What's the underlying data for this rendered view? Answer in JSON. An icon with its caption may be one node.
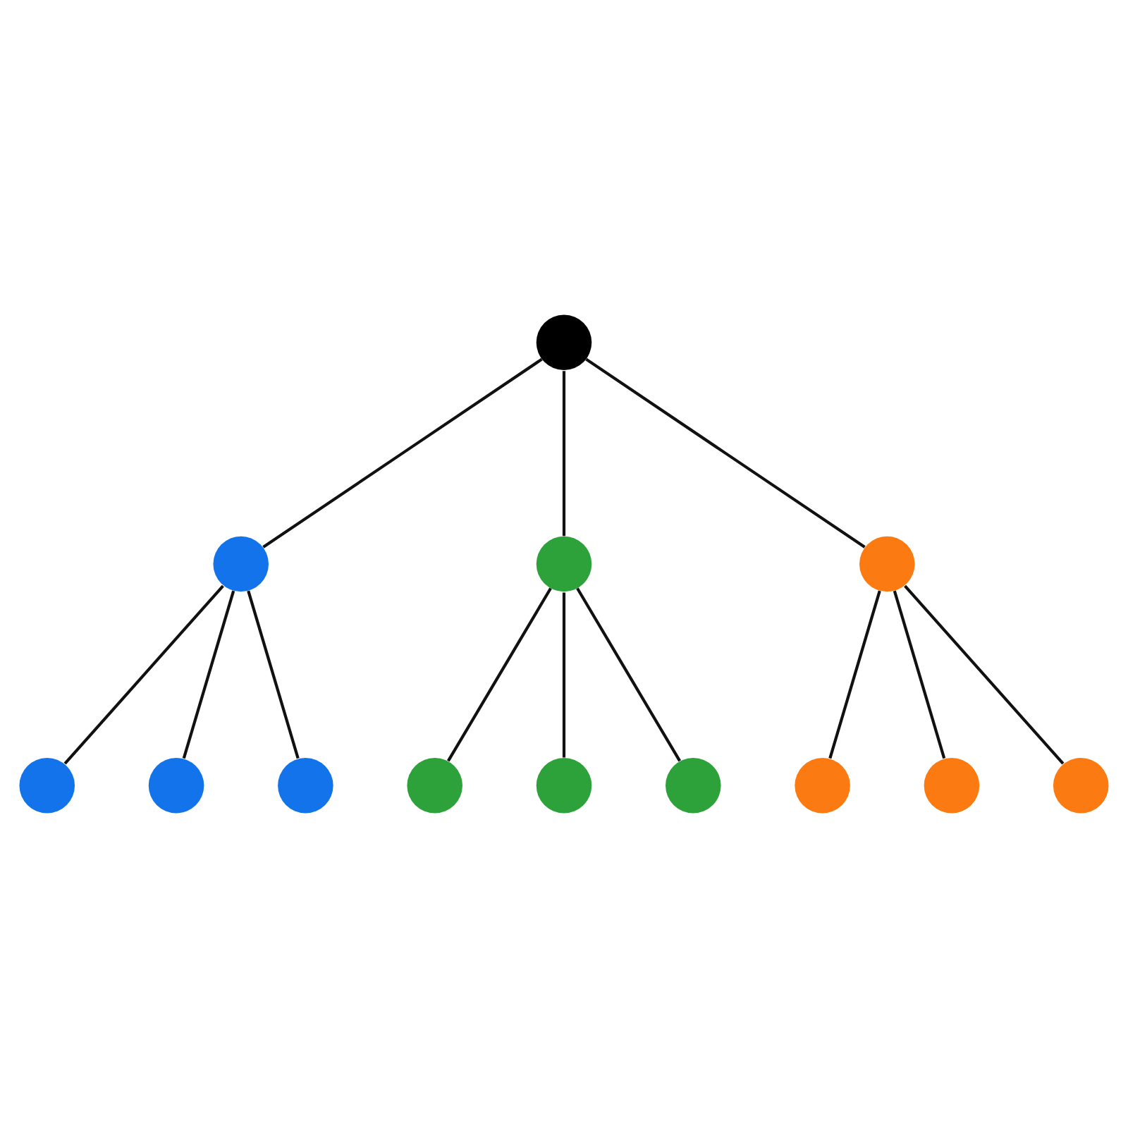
{
  "diagram": {
    "nodes": [
      {
        "text": [],
        "shape": "circle"
      },
      {
        "text": [],
        "shape": "circle"
      },
      {
        "text": [],
        "shape": "circle"
      },
      {
        "text": [],
        "shape": "circle"
      },
      {
        "text": [],
        "shape": "circle"
      },
      {
        "text": [],
        "shape": "circle"
      },
      {
        "text": [],
        "shape": "circle"
      },
      {
        "text": [],
        "shape": "circle"
      },
      {
        "text": [],
        "shape": "circle"
      },
      {
        "text": [],
        "shape": "circle"
      },
      {
        "text": [],
        "shape": "circle"
      },
      {
        "text": [],
        "shape": "circle"
      },
      {
        "text": [],
        "shape": "circle"
      }
    ],
    "edges": [
      {
        "from": 0,
        "to": 1,
        "arrow": "none"
      },
      {
        "from": 0,
        "to": 2,
        "arrow": "none"
      },
      {
        "from": 0,
        "to": 3,
        "arrow": "none"
      },
      {
        "from": 1,
        "to": 4,
        "arrow": "none"
      },
      {
        "from": 1,
        "to": 5,
        "arrow": "none"
      },
      {
        "from": 1,
        "to": 6,
        "arrow": "none"
      },
      {
        "from": 2,
        "to": 7,
        "arrow": "none"
      },
      {
        "from": 2,
        "to": 8,
        "arrow": "none"
      },
      {
        "from": 2,
        "to": 9,
        "arrow": "none"
      },
      {
        "from": 3,
        "to": 10,
        "arrow": "none"
      },
      {
        "from": 3,
        "to": 11,
        "arrow": "none"
      },
      {
        "from": 3,
        "to": 12,
        "arrow": "none"
      }
    ]
  }
}
